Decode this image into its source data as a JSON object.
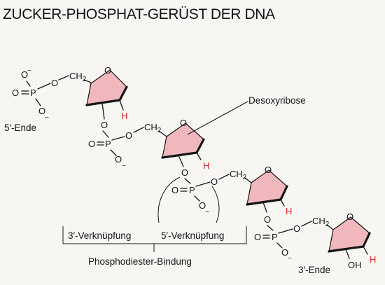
{
  "title": "ZUCKER-PHOSPHAT-GERÜST DER DNA",
  "atoms": {
    "phosphorus": "P",
    "oxygen": "O",
    "oxygen_minus": "O",
    "charge": "−",
    "ch2": "CH",
    "ch2_sub": "2",
    "hydrogen": "H",
    "hydroxyl": "OH"
  },
  "labels": {
    "five_prime_end": "5′-Ende",
    "three_prime_end": "3′-Ende",
    "desoxyribose": "Desoxyribose",
    "three_prime_link": "3′-Verknüpfung",
    "five_prime_link": "5′-Verknüpfung",
    "phosphodiester": "Phosphodiester-Bindung"
  },
  "colors": {
    "sugar_fill": "#f0b8bd",
    "hydrogen": "#d8262a",
    "ink": "#151515",
    "background": "#f7f6f3"
  }
}
